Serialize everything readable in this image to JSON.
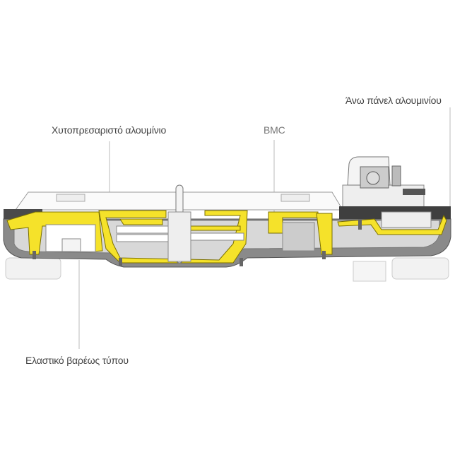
{
  "labels": {
    "die_cast_aluminium": "Χυτοπρεσαριστό αλουμίνιο",
    "bmc": "BMC",
    "top_panel": "Άνω πάνελ αλουμινίου",
    "rubber": "Ελαστικό βαρέως τύπου"
  },
  "colors": {
    "highlight": "#f5e22a",
    "body": "#8a8a8a",
    "dark": "#4a4a4a",
    "inner": "#d8d8d8"
  }
}
